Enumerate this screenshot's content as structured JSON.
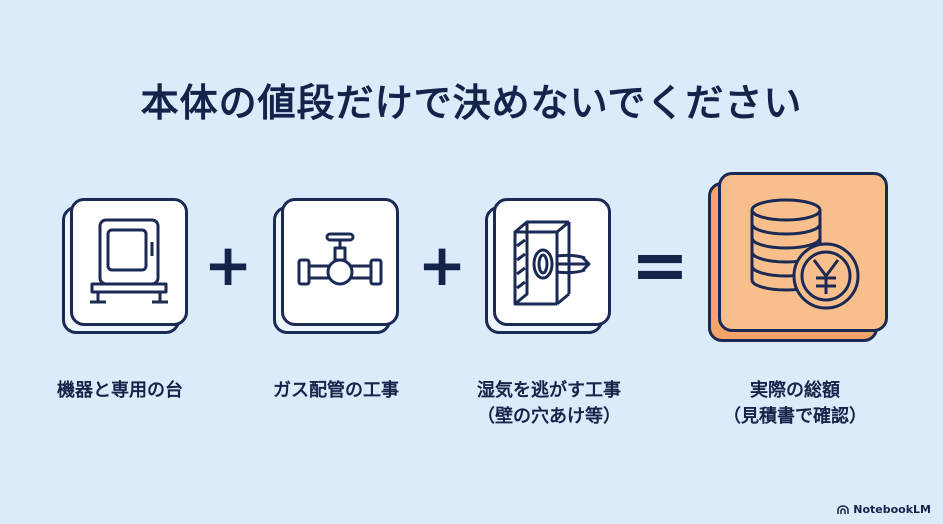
{
  "title": "本体の値段だけで決めないでください",
  "items": [
    {
      "label_line1": "機器と専用の台",
      "label_line2": "",
      "icon": "dryer-on-stand-icon"
    },
    {
      "label_line1": "ガス配管の工事",
      "label_line2": "",
      "icon": "gas-pipe-valve-icon"
    },
    {
      "label_line1": "湿気を逃がす工事",
      "label_line2": "（壁の穴あけ等）",
      "icon": "wall-vent-icon"
    },
    {
      "label_line1": "実際の総額",
      "label_line2": "（見積書で確認）",
      "icon": "yen-coins-icon"
    }
  ],
  "operators": {
    "plus": "+",
    "equals": "="
  },
  "brand": "NotebookLM",
  "colors": {
    "background": "#dcebfa",
    "ink": "#16244a",
    "accent": "#f8bf8d"
  }
}
